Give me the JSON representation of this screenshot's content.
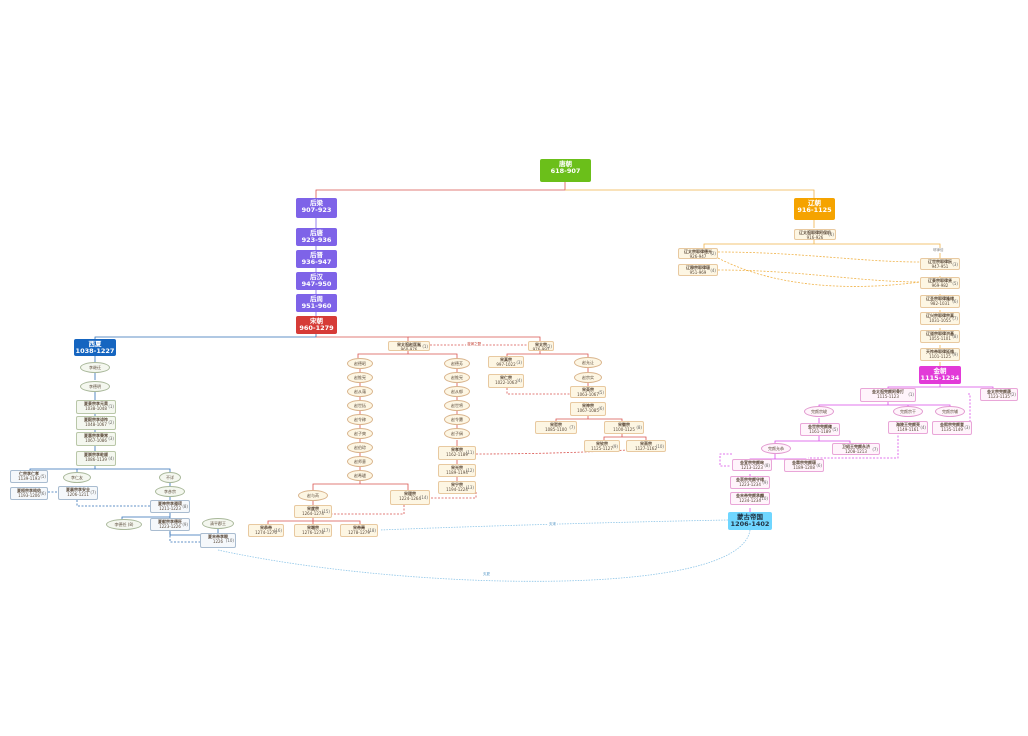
{
  "colors": {
    "tang": "#6bbf1a",
    "five": "#7e63e8",
    "song": "#d63b37",
    "liao": "#f5a300",
    "jin": "#e23ad8",
    "xixia": "#1565c0",
    "mongol": "#6fd6ff",
    "red_line": "#d9534f",
    "orange_line": "#f0b34a",
    "purple_line": "#d94ae8",
    "blue_line": "#2f6fb5",
    "dotted_blue": "#8fc6e8"
  },
  "dynasties": {
    "tang": {
      "name": "唐朝",
      "years": "618-907"
    },
    "houliang": {
      "name": "后梁",
      "years": "907-923"
    },
    "houtang": {
      "name": "后唐",
      "years": "923-936"
    },
    "houjin": {
      "name": "后晋",
      "years": "936-947"
    },
    "houhan": {
      "name": "后汉",
      "years": "947-950"
    },
    "houzhou": {
      "name": "后周",
      "years": "951-960"
    },
    "song": {
      "name": "宋朝",
      "years": "960-1279"
    },
    "liao": {
      "name": "辽朝",
      "years": "916-1125"
    },
    "jin": {
      "name": "金朝",
      "years": "1115-1234"
    },
    "xixia": {
      "name": "西夏",
      "years": "1038-1227"
    },
    "mongol": {
      "name": "蒙古帝国",
      "years": "1206-1402"
    }
  },
  "labels": {
    "song_founder": {
      "name": "宋太祖赵匡胤",
      "years": "960-976",
      "mark": "(1)"
    },
    "song_taizong": {
      "name": "宋太宗",
      "years": "976-997",
      "mark": "(2)"
    },
    "song_zhenzong": {
      "name": "宋真宗",
      "years": "997-1022",
      "mark": "(3)"
    },
    "song_renzong": {
      "name": "宋仁宗",
      "years": "1022-1063",
      "mark": "(4)"
    },
    "song_yingzong": {
      "name": "宋英宗",
      "years": "1063-1067",
      "mark": "(5)"
    },
    "song_shenzong": {
      "name": "宋神宗",
      "years": "1067-1085",
      "mark": "(6)"
    },
    "song_zhezong": {
      "name": "宋哲宗",
      "years": "1085-1100",
      "mark": "(7)"
    },
    "song_huizong": {
      "name": "宋徽宗",
      "years": "1100-1125",
      "mark": "(8)"
    },
    "song_qinzong": {
      "name": "宋钦宗",
      "years": "1125-1127",
      "mark": "(9)"
    },
    "song_gaozong": {
      "name": "宋高宗",
      "years": "1127-1162",
      "mark": "(10)"
    },
    "song_xiaozong": {
      "name": "宋孝宗",
      "years": "1162-1189",
      "mark": "(11)"
    },
    "song_guangzong": {
      "name": "宋光宗",
      "years": "1189-1194",
      "mark": "(12)"
    },
    "song_ningzong": {
      "name": "宋宁宗",
      "years": "1194-1224",
      "mark": "(13)"
    },
    "song_lizong": {
      "name": "宋理宗",
      "years": "1224-1264",
      "mark": "(14)"
    },
    "song_duzong": {
      "name": "宋度宗",
      "years": "1264-1274",
      "mark": "(15)"
    },
    "song_gongdi": {
      "name": "宋恭帝",
      "years": "1274-1276",
      "mark": "(16)"
    },
    "song_duanzong": {
      "name": "宋端宗",
      "years": "1276-1278",
      "mark": "(17)"
    },
    "song_bing": {
      "name": "宋帝昺",
      "years": "1278-1279",
      "mark": "(18)"
    },
    "song_ovals_left": [
      "赵德昭",
      "赵惟宪",
      "赵从蔼",
      "赵世括",
      "赵令稼",
      "赵子奭",
      "赵伯琮",
      "赵师意",
      "赵希瓐"
    ],
    "song_ovals_right": [
      "赵德芳",
      "赵惟宪",
      "赵从郁",
      "赵世将",
      "赵令懬",
      "赵子偁"
    ],
    "song_ovals_mid": [
      "赵允让",
      "赵宗实"
    ],
    "song_ovals_low": [
      "赵与芮"
    ],
    "liao_founder": {
      "name": "辽太祖耶律阿保机",
      "years": "916-926",
      "mark": "(1)"
    },
    "liao_taizong": {
      "name": "辽太宗耶律德光",
      "years": "926-947",
      "mark": "(2)"
    },
    "liao_muzong": {
      "name": "辽穆宗耶律璟",
      "years": "951-969",
      "mark": "(4)"
    },
    "liao_shizong": {
      "name": "辽世宗耶律阮",
      "years": "947-951",
      "mark": "(3)"
    },
    "liao_jingzong": {
      "name": "辽景宗耶律贤",
      "years": "969-982",
      "mark": "(5)"
    },
    "liao_shengzong": {
      "name": "辽圣宗耶律隆绪",
      "years": "982-1031",
      "mark": "(6)"
    },
    "liao_xingzong": {
      "name": "辽兴宗耶律宗真",
      "years": "1031-1055",
      "mark": "(7)"
    },
    "liao_daozong": {
      "name": "辽道宗耶律洪基",
      "years": "1055-1101",
      "mark": "(8)"
    },
    "liao_tianzuo": {
      "name": "天祚帝耶律延禧",
      "years": "1101-1125",
      "mark": "(9)"
    },
    "liao_tag": "耶律倍",
    "jin_taizu": {
      "name": "金太祖完颜阿骨打",
      "years": "1115-1123",
      "mark": "(1)"
    },
    "jin_taizong": {
      "name": "金太宗完颜晟",
      "years": "1123-1135",
      "mark": "(2)"
    },
    "jin_ovals": [
      "完颜宗峻",
      "完颜宗干",
      "完颜宗辅"
    ],
    "jin_xizong": {
      "name": "金熙宗完颜亶",
      "years": "1135-1149",
      "mark": "(3)"
    },
    "jin_hailing": {
      "name": "海陵王完颜亮",
      "years": "1149-1161",
      "mark": "(4)"
    },
    "jin_shizong": {
      "name": "金世宗完颜雍",
      "years": "1161-1189",
      "mark": "(5)"
    },
    "jin_oval2": "完颜允恭",
    "jin_weishao": {
      "name": "卫绍王完颜永济",
      "years": "1208-1213",
      "mark": "(7)"
    },
    "jin_zhangzong": {
      "name": "金章宗完颜璟",
      "years": "1189-1208",
      "mark": "(6)"
    },
    "jin_xuanzong": {
      "name": "金宣宗完颜珣",
      "years": "1213-1223",
      "mark": "(8)"
    },
    "jin_aizong": {
      "name": "金哀宗完颜守绪",
      "years": "1223-1234",
      "mark": "(9)"
    },
    "jin_mo": {
      "name": "金末帝完颜承麟",
      "years": "1234-1234",
      "mark": "(10)"
    },
    "xx_ovals": [
      "李继迁",
      "李德明"
    ],
    "xx_jingzong": {
      "name": "夏景宗李元昊",
      "years": "1038-1048",
      "mark": "(1)"
    },
    "xx_yizong": {
      "name": "夏毅宗李谅祚",
      "years": "1048-1067",
      "mark": "(2)"
    },
    "xx_huizong": {
      "name": "夏惠宗李秉常",
      "years": "1067-1086",
      "mark": "(3)"
    },
    "xx_chongzong": {
      "name": "夏崇宗李乾顺",
      "years": "1086-1139",
      "mark": "(4)"
    },
    "xx_renzong": {
      "name": "仁宗李仁孝",
      "years": "1139-1193",
      "mark": "(5)"
    },
    "xx_oval_mid": "李仁友",
    "xx_oval_right": "不详",
    "xx_huanzong": {
      "name": "夏桓宗李纯佑",
      "years": "1193-1206",
      "mark": "(6)"
    },
    "xx_xiangzong": {
      "name": "夏襄宗李安全",
      "years": "1206-1211",
      "mark": "(7)"
    },
    "xx_oval_r2": "李彦宗",
    "xx_shenzong": {
      "name": "夏神宗李遵顼",
      "years": "1211-1223",
      "mark": "(8)"
    },
    "xx_oval_l3": "李德任 (8)",
    "xx_xianzong": {
      "name": "夏献宗李德旺",
      "years": "1223-1226",
      "mark": "(9)"
    },
    "xx_oval_r3": "清平郡王",
    "xx_modi": {
      "name": "夏末帝李睍",
      "years": "1226",
      "mark": "(10)"
    },
    "tag_song_liao": "澶渊之盟",
    "tag_mongol_song": "灭宋",
    "tag_mongol_xx": "灭夏"
  }
}
